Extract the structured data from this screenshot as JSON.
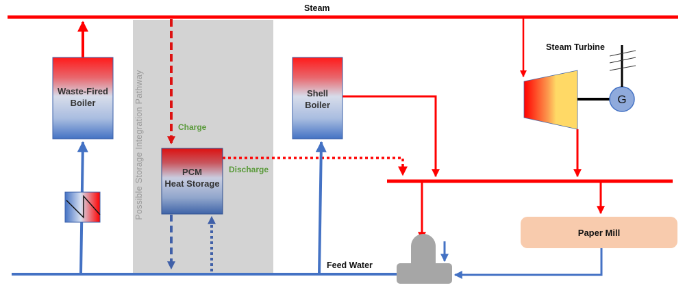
{
  "diagram": {
    "labels": {
      "steam": "Steam",
      "steam_turbine": "Steam Turbine",
      "charge": "Charge",
      "discharge": "Discharge",
      "feed_water": "Feed Water",
      "integration_zone": "Possible Storage Integration Pathway",
      "generator": "G"
    },
    "components": {
      "waste_fired_boiler": [
        "Waste-Fired",
        "Boiler"
      ],
      "shell_boiler": [
        "Shell",
        "Boiler"
      ],
      "pcm_storage": [
        "PCM",
        "Heat Storage"
      ],
      "paper_mill": "Paper Mill"
    },
    "colors": {
      "steam": "#ff0000",
      "water": "#4472c4",
      "zone": "#d3d3d3",
      "paper_mill": "#f8cbad",
      "deaerator": "#a6a6a6",
      "generator": "#8faadc",
      "turbine_hot": "#ff0000",
      "turbine_cool": "#ffd966",
      "label_green": "#5a9a3a"
    }
  }
}
